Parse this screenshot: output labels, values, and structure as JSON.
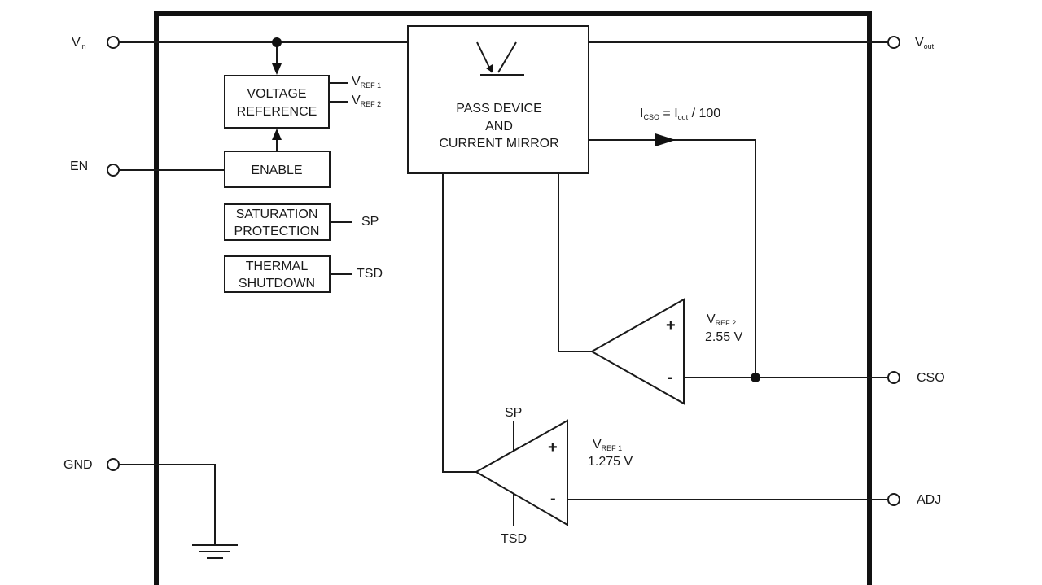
{
  "pins": {
    "vin": {
      "main": "V",
      "sub": "in"
    },
    "vout": {
      "main": "V",
      "sub": "out"
    },
    "en": "EN",
    "gnd": "GND",
    "cso": "CSO",
    "adj": "ADJ"
  },
  "blocks": {
    "voltage_reference": {
      "line1": "VOLTAGE",
      "line2": "REFERENCE"
    },
    "enable": "ENABLE",
    "saturation_protection": {
      "line1": "SATURATION",
      "line2": "PROTECTION"
    },
    "thermal_shutdown": {
      "line1": "THERMAL",
      "line2": "SHUTDOWN"
    },
    "pass_device": {
      "line1": "PASS DEVICE",
      "line2": "AND",
      "line3": "CURRENT MIRROR"
    }
  },
  "labels": {
    "vref1_out": {
      "main": "V",
      "sub": "REF 1"
    },
    "vref2_out": {
      "main": "V",
      "sub": "REF 2"
    },
    "sp": "SP",
    "tsd": "TSD",
    "icso": {
      "i1": "I",
      "sub1": "CSO",
      "eq": " = ",
      "i2": "I",
      "sub2": "out",
      "rest": " / 100"
    },
    "amp_top": {
      "vref_main": "V",
      "vref_sub": "REF 2",
      "value": "2.55 V",
      "plus": "+",
      "minus": "-"
    },
    "amp_bottom": {
      "vref_main": "V",
      "vref_sub": "REF 1",
      "value": "1.275 V",
      "plus": "+",
      "minus": "-",
      "sp": "SP",
      "tsd": "TSD"
    }
  }
}
